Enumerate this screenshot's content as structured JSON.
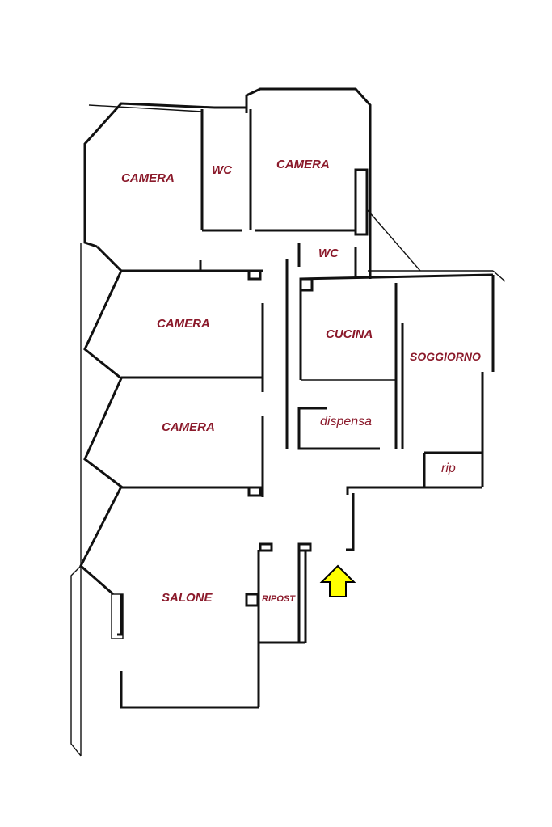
{
  "rooms": {
    "camera_nw": "CAMERA",
    "wc_top": "WC",
    "camera_ne": "CAMERA",
    "wc_mid": "WC",
    "camera_2": "CAMERA",
    "cucina": "CUCINA",
    "soggiorno": "SOGGIORNO",
    "camera_3": "CAMERA",
    "dispensa": "dispensa",
    "rip": "rip",
    "salone": "SALONE",
    "ripost": "RIPOST"
  },
  "colors": {
    "label": "#8b1a2b",
    "entrance_arrow": "#ffff00"
  },
  "entrance_icon": "arrow-up-icon"
}
